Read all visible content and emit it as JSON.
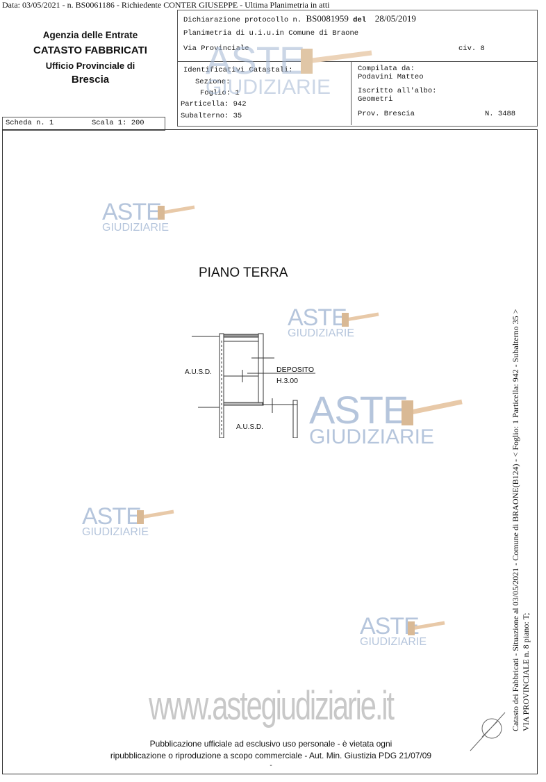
{
  "top_line": "Data: 03/05/2021 -  n. BS0061186 - Richiedente CONTER GIUSEPPE - Ultima Planimetria in atti",
  "agency": {
    "line1": "Agenzia delle Entrate",
    "line2": "CATASTO FABBRICATI",
    "line3": "Ufficio Provinciale di",
    "line4": "Brescia"
  },
  "header": {
    "dichiarazione_label": "Dichiarazione protocollo n.",
    "protocollo": "BS0081959",
    "del_label": "del",
    "date": "28/05/2019",
    "planimetria": "Planimetria di u.i.u.in Comune di Braone",
    "via": "Via Provinciale",
    "civ": "civ. 8",
    "identificativi_label": "Identificativi Catastali:",
    "sezione": "Sezione:",
    "foglio": "Foglio: 1",
    "particella": "Particella: 942",
    "subalterno": "Subalterno: 35",
    "compilata_label": "Compilata da:",
    "compilata_name": "Podavini Matteo",
    "iscritto_label": "Iscritto all'albo:",
    "iscritto_value": "Geometri",
    "prov": "Prov. Brescia",
    "numero": "N. 3488"
  },
  "scheda": {
    "scheda": "Scheda n. 1",
    "scala": "Scala 1: 200"
  },
  "plan": {
    "title": "PIANO TERRA",
    "ausd_left": "A.U.S.D.",
    "deposito": "DEPOSITO",
    "height": "H.3.00",
    "ausd_bottom": "A.U.S.D."
  },
  "side_text": {
    "line1": "Catasto dei Fabbricati - Situazione al 03/05/2021 - Comune di BRAONE(B124) - < Foglio: 1 Particella: 942 - Subalterno 35 >",
    "line2": "VIA PROVINCIALE n. 8 piano: T;"
  },
  "watermark": {
    "aste": "ASTE",
    "giudiziarie": "GIUDIZIARIE",
    "url": "www.astegiudiziarie.it"
  },
  "footer": {
    "line1": "Pubblicazione ufficiale ad esclusivo uso personale - è vietata ogni",
    "line2": "ripubblicazione o riproduzione a scopo commerciale - Aut. Min. Giustizia PDG 21/07/09",
    "dash": "-"
  },
  "colors": {
    "watermark": "#a9bcd6",
    "gavel": "#e8c9a8"
  }
}
